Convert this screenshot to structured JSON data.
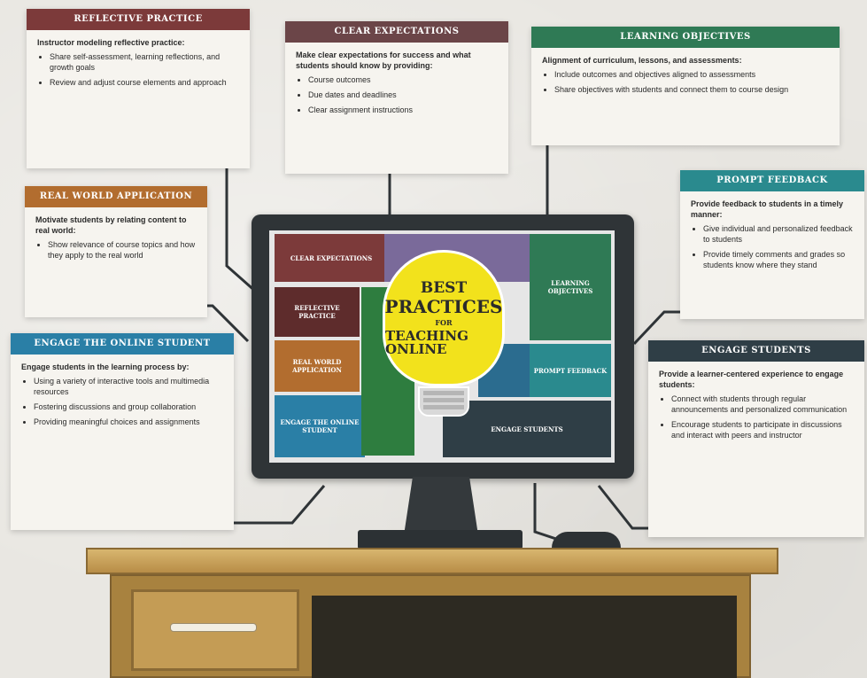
{
  "title": {
    "line1": "Best",
    "line2": "Practices",
    "line3": "for",
    "line4": "Teaching Online"
  },
  "cards": {
    "reflective_practice": {
      "header": "Reflective Practice",
      "color": "#7c3a3a",
      "intro": "Instructor modeling reflective practice:",
      "bullets": [
        "Share self-assessment, learning reflections, and growth goals",
        "Review and adjust course elements and approach"
      ]
    },
    "clear_expectations": {
      "header": "Clear Expectations",
      "color": "#6b4548",
      "intro": "Make clear expectations for success and what students should know by providing:",
      "bullets": [
        "Course outcomes",
        "Due dates and deadlines",
        "Clear assignment instructions"
      ]
    },
    "learning_objectives": {
      "header": "Learning Objectives",
      "color": "#2f7a55",
      "intro": "Alignment of curriculum, lessons, and assessments:",
      "bullets": [
        "Include outcomes and objectives aligned to assessments",
        "Share objectives with students and connect them to course design"
      ]
    },
    "real_world_application": {
      "header": "Real World Application",
      "color": "#b26d2f",
      "intro": "Motivate students by relating content to real world:",
      "bullets": [
        "Show relevance of course topics and how they apply to the real world"
      ]
    },
    "prompt_feedback": {
      "header": "Prompt Feedback",
      "color": "#2a8a8e",
      "intro": "Provide feedback to students in a timely manner:",
      "bullets": [
        "Give individual and personalized feedback to students",
        "Provide timely comments and grades so students know where they stand"
      ]
    },
    "engage_students": {
      "header": "Engage the Online Student",
      "color": "#2a7fa6",
      "intro": "Engage students in the learning process by:",
      "bullets": [
        "Using a variety of interactive tools and multimedia resources",
        "Fostering discussions and group collaboration",
        "Providing meaningful choices and assignments"
      ]
    },
    "connect_engage": {
      "header": "Engage Students",
      "color": "#2f3e46",
      "intro": "Provide a learner-centered experience to engage students:",
      "bullets": [
        "Connect with students through regular announcements and personalized communication",
        "Encourage students to participate in discussions and interact with peers and instructor"
      ]
    }
  },
  "tiles": {
    "clear_expectations": "Clear Expectations",
    "reflective_practice": "Reflective Practice",
    "real_world_application": "Real World Application",
    "engage_online": "Engage the Online Student",
    "learning_objectives": "Learning Objectives",
    "prompt_feedback": "Prompt Feedback",
    "engage_students": "Engage Students"
  },
  "colors": {
    "maroon": "#7c3a3a",
    "dark_maroon": "#5e2c2c",
    "orange": "#b26d2f",
    "blue": "#2a7fa6",
    "green": "#2f7a55",
    "teal": "#2a8a8e",
    "slate": "#2f3e46",
    "purple": "#7a6a9a",
    "yellow": "#f2e21c"
  }
}
